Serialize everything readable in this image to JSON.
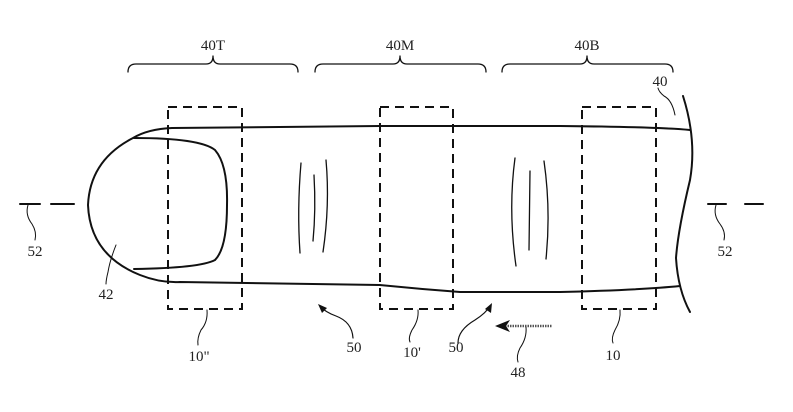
{
  "figure": {
    "regions": {
      "tip": "40T",
      "middle": "40M",
      "base": "40B"
    },
    "labels": {
      "finger": "40",
      "nail": "42",
      "direction": "48",
      "ridges_left": "50",
      "ridges_right": "50",
      "axis_left": "52",
      "axis_right": "52",
      "sensor_tip": "10\"",
      "sensor_middle": "10'",
      "sensor_base": "10"
    }
  }
}
